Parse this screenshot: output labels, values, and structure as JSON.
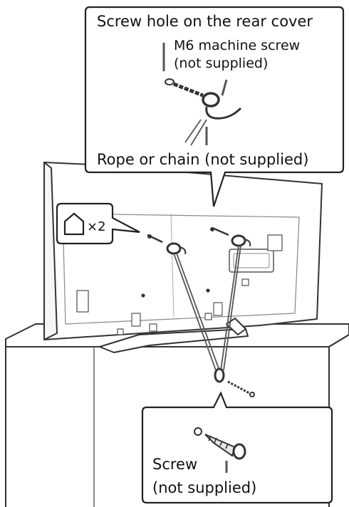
{
  "callouts": {
    "top": {
      "title": "Screw hole on the rear cover",
      "screw_label_line1": "M6 machine screw",
      "screw_label_line2": "(not supplied)",
      "rope_label": "Rope or chain (not supplied)"
    },
    "left": {
      "icon": "pentagon-screw-icon",
      "count": "×2"
    },
    "bottom": {
      "label_line1": "Screw",
      "label_line2": "(not supplied)"
    }
  },
  "colors": {
    "line": "#333333",
    "rope": "#666666",
    "fill": "#ffffff"
  }
}
